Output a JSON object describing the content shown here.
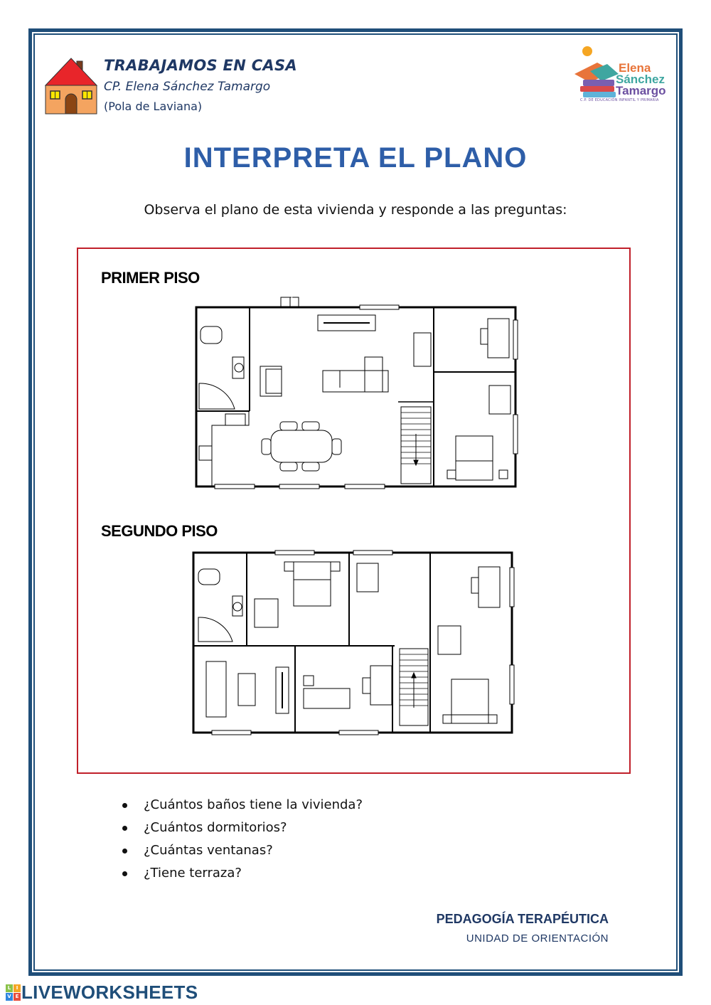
{
  "header": {
    "title": "TRABAJAMOS EN CASA",
    "school": "CP. Elena Sánchez Tamargo",
    "location": "(Pola de Laviana)"
  },
  "logo": {
    "line1": "Elena",
    "line2": "Sánchez",
    "line3": "Tamargo",
    "tagline": "C.P. DE EDUCACIÓN INFANTIL Y PRIMARIA"
  },
  "main": {
    "title": "INTERPRETA EL PLANO",
    "instruction": "Observa el plano de esta vivienda y responde a las preguntas:"
  },
  "plans": {
    "floor1_label": "PRIMER PISO",
    "floor2_label": "SEGUNDO PISO"
  },
  "questions": [
    "¿Cuántos baños tiene la vivienda?",
    "¿Cuántos dormitorios?",
    "¿Cuántas ventanas?",
    "¿Tiene terraza?"
  ],
  "footer": {
    "department": "PEDAGOGÍA TERAPÉUTICA",
    "unit": "UNIDAD DE ORIENTACIÓN"
  },
  "branding": {
    "name": "LIVEWORKSHEETS",
    "icon_letters": [
      "L",
      "I",
      "V",
      "E"
    ]
  },
  "colors": {
    "frame": "#1f4e79",
    "title": "#2e5ea8",
    "plan_border": "#c0202a",
    "header_text": "#1f3864"
  }
}
